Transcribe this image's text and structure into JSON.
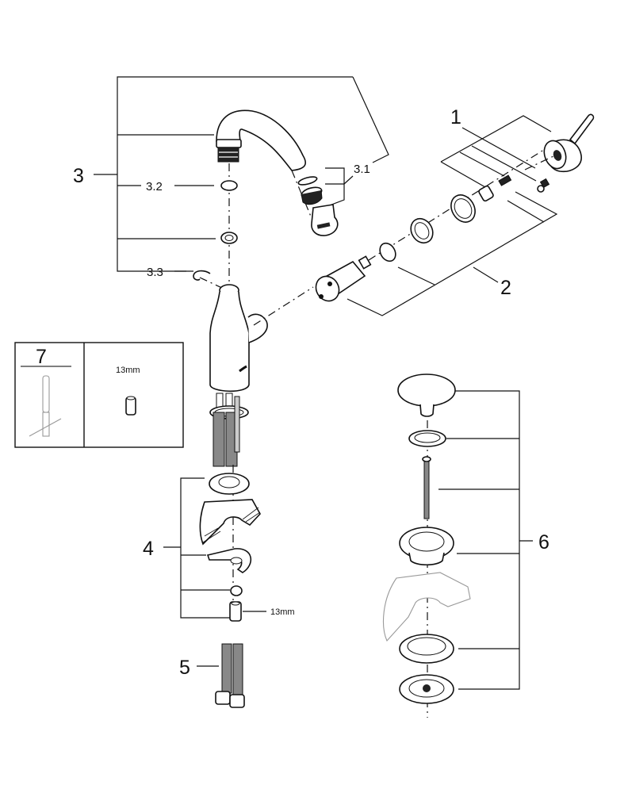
{
  "diagram": {
    "type": "exploded-parts-view",
    "subject": "single-lever basin mixer",
    "callouts": [
      {
        "id": "1",
        "label": "1",
        "part": "lever handle with set screw and cap"
      },
      {
        "id": "2",
        "label": "2",
        "part": "cartridge assembly with seals and nut"
      },
      {
        "id": "3",
        "label": "3",
        "part": "spout assembly"
      },
      {
        "id": "3.1",
        "label": "3.1",
        "part": "aerator set"
      },
      {
        "id": "3.2",
        "label": "3.2",
        "part": "o-ring"
      },
      {
        "id": "3.3",
        "label": "3.3",
        "part": "retaining clip"
      },
      {
        "id": "4",
        "label": "4",
        "part": "mounting set"
      },
      {
        "id": "5",
        "label": "5",
        "part": "flexible hoses"
      },
      {
        "id": "6",
        "label": "6",
        "part": "pop-up waste set"
      },
      {
        "id": "7",
        "label": "7",
        "part": "tool"
      }
    ],
    "sizes": {
      "mount_nut": "13mm",
      "tool_socket": "13mm"
    }
  }
}
